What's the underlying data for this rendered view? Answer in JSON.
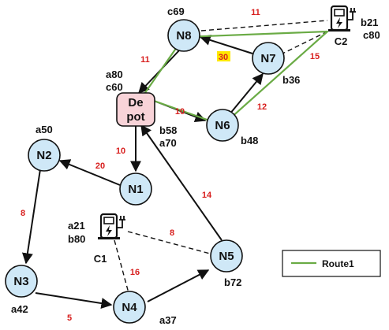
{
  "nodes": {
    "depot": {
      "line1": "De",
      "line2": "pot"
    },
    "n1": "N1",
    "n2": "N2",
    "n3": "N3",
    "n4": "N4",
    "n5": "N5",
    "n6": "N6",
    "n7": "N7",
    "n8": "N8"
  },
  "stations": {
    "c1": {
      "label": "C1",
      "annot_top": "a21",
      "annot_bottom": "b80"
    },
    "c2": {
      "label": "C2",
      "annot_top": "b21",
      "annot_bottom": "c80"
    }
  },
  "annotations": {
    "depot_a": "a80",
    "depot_c": "c60",
    "n2": "a50",
    "n3": "a42",
    "n4": "a37",
    "n5": "b72",
    "n6_b": "b58",
    "n6_a": "a70",
    "n6_right": "b48",
    "n7": "b36",
    "n8": "c69"
  },
  "weights": {
    "n8_c2": "11",
    "n8_depot": "11",
    "n7_n8": "30",
    "c2_n7": "15",
    "depot_n6": "10",
    "n6_n7": "12",
    "depot_n1": "10",
    "n1_n2": "20",
    "n5_depot": "14",
    "n2_n3": "8",
    "c1_n5": "8",
    "c1_n4": "16",
    "n3_n4": "5"
  },
  "legend": {
    "label": "Route1"
  },
  "colors": {
    "node_fill": "#cfe8f7",
    "depot_fill": "#f8d3d8",
    "route": "#6aab45",
    "weight": "#d8201f",
    "highlight": "#ffe800"
  }
}
